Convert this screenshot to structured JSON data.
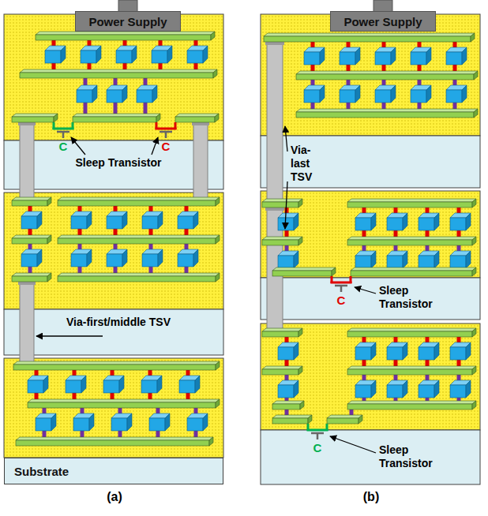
{
  "diagram": {
    "nodes": [
      {
        "text": [
          "Power Supply"
        ]
      },
      {
        "text": [
          "Power Supply"
        ]
      },
      {
        "text": [
          "Substrate"
        ]
      }
    ],
    "labels": [
      "Sleep Transistor",
      "C",
      "C",
      "Via-first/middle TSV",
      "(a)",
      "Via-last TSV",
      "Sleep Transistor",
      "C",
      "Sleep Transistor",
      "C",
      "(b)"
    ]
  }
}
